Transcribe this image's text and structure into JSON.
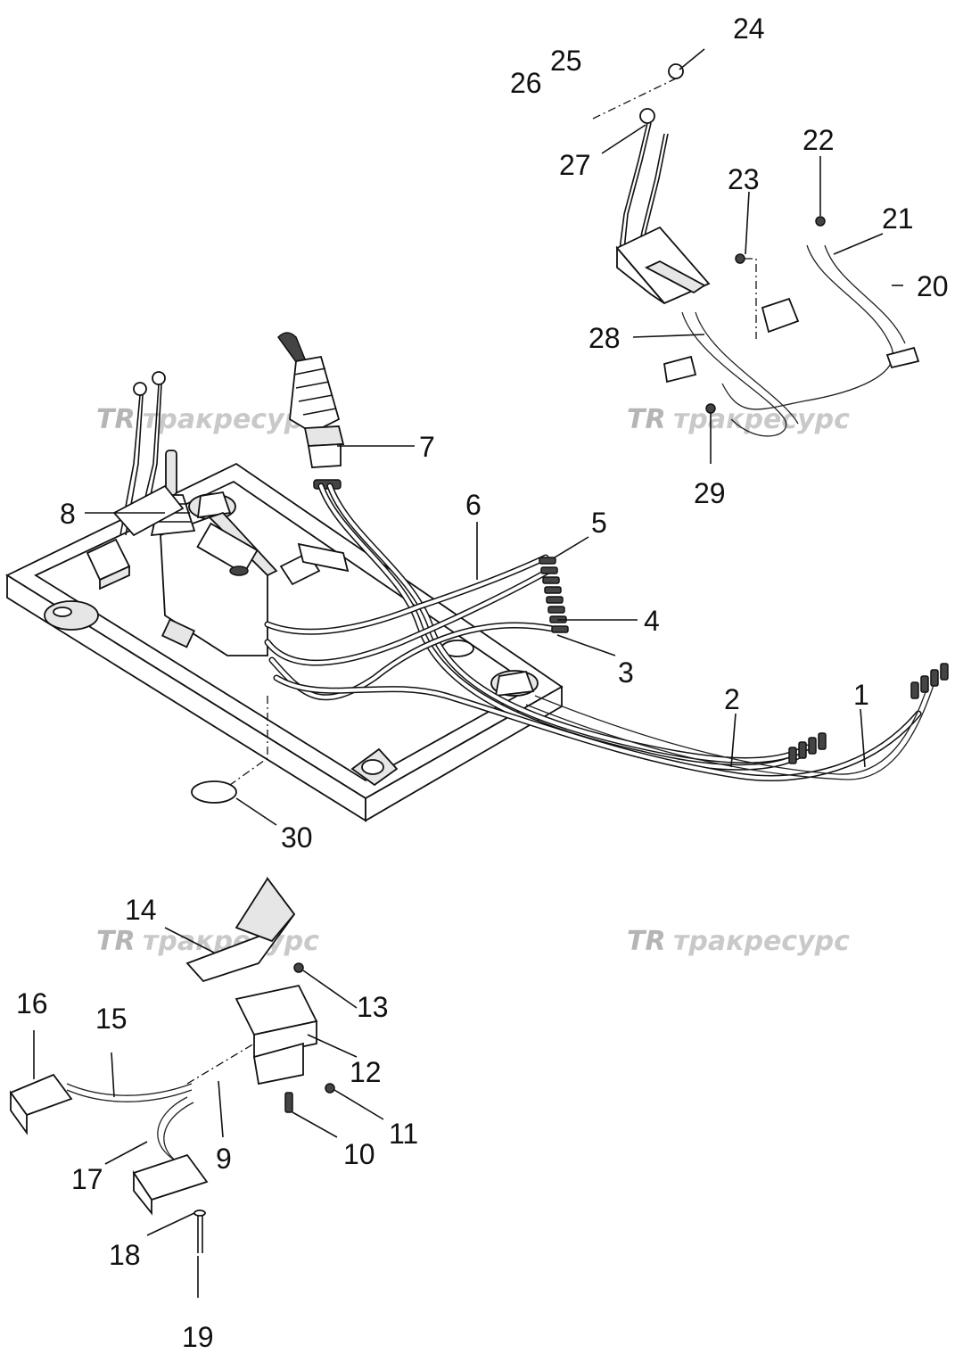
{
  "watermark": {
    "logo": "TR",
    "brand": "тракресурс"
  },
  "callouts": [
    "1",
    "2",
    "3",
    "4",
    "5",
    "6",
    "7",
    "8",
    "9",
    "10",
    "11",
    "12",
    "13",
    "14",
    "15",
    "16",
    "17",
    "18",
    "19",
    "20",
    "21",
    "22",
    "23",
    "24",
    "25",
    "26",
    "27",
    "28",
    "29",
    "30"
  ]
}
